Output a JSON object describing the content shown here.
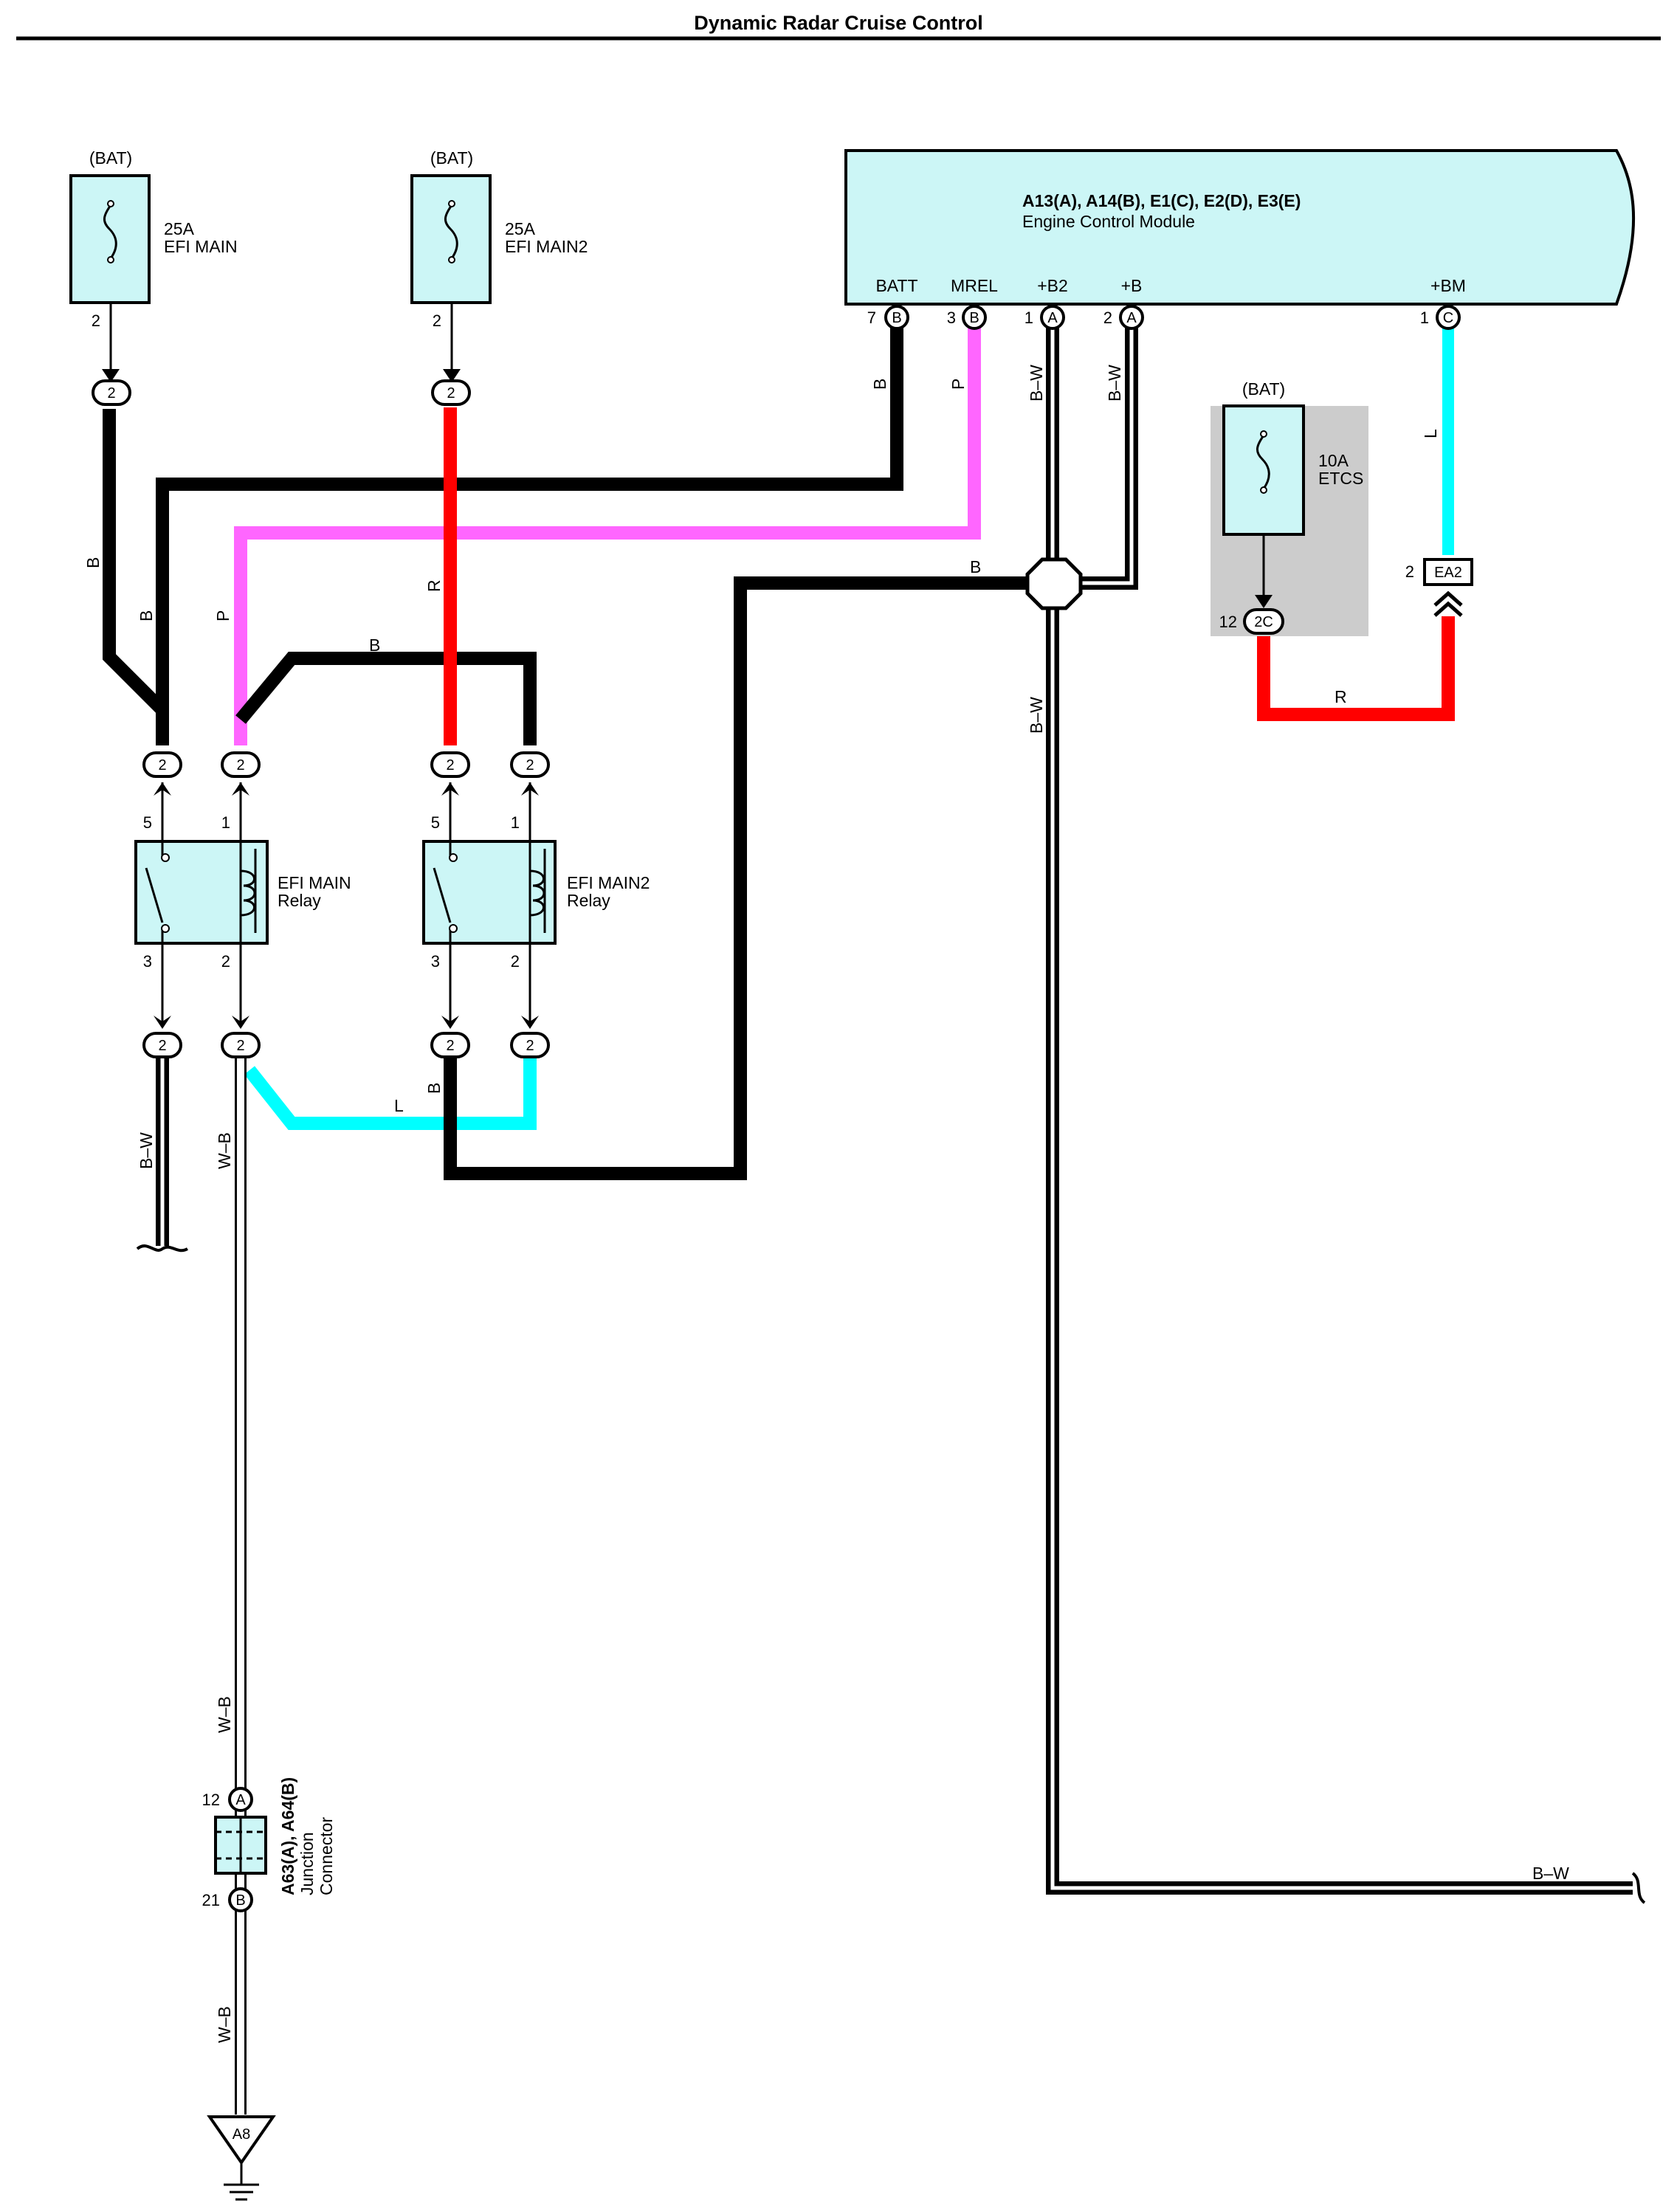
{
  "title": "Dynamic Radar Cruise Control",
  "fuses": [
    {
      "source": "(BAT)",
      "rating": "25A",
      "name": "EFI MAIN",
      "pin": "2",
      "connector": "2"
    },
    {
      "source": "(BAT)",
      "rating": "25A",
      "name": "EFI MAIN2",
      "pin": "2",
      "connector": "2"
    },
    {
      "source": "(BAT)",
      "rating": "10A",
      "name": "ETCS",
      "pin": "12",
      "connector": "2C"
    }
  ],
  "ecm": {
    "title": "A13(A), A14(B), E1(C), E2(D), E3(E)",
    "subtitle": "Engine Control Module",
    "terminals": [
      {
        "name": "BATT",
        "pin": "7",
        "connector": "B",
        "wire": "B"
      },
      {
        "name": "MREL",
        "pin": "3",
        "connector": "B",
        "wire": "P"
      },
      {
        "name": "+B2",
        "pin": "1",
        "connector": "A",
        "wire": "B–W"
      },
      {
        "name": "+B",
        "pin": "2",
        "connector": "A",
        "wire": "B–W"
      },
      {
        "name": "+BM",
        "pin": "1",
        "connector": "C",
        "wire": "L"
      }
    ]
  },
  "relays": [
    {
      "name": "EFI MAIN",
      "type": "Relay",
      "pins": {
        "p5": "5",
        "p1": "1",
        "p3": "3",
        "p2": "2"
      }
    },
    {
      "name": "EFI MAIN2",
      "type": "Relay",
      "pins": {
        "p5": "5",
        "p1": "1",
        "p3": "3",
        "p2": "2"
      }
    }
  ],
  "relay_connector": "2",
  "wire_labels": {
    "b": "B",
    "r": "R",
    "p": "P",
    "l": "L",
    "bw": "B–W",
    "wb": "W–B"
  },
  "ea2": {
    "pin": "2",
    "name": "EA2"
  },
  "junction": {
    "title": "A63(A), A64(B)",
    "line1": "Junction",
    "line2": "Connector",
    "pin_top": "12",
    "conn_top": "A",
    "pin_bottom": "21",
    "conn_bottom": "B"
  },
  "ground": {
    "name": "A8"
  },
  "colors": {
    "cyan": "#ccf6f6",
    "black": "#000000",
    "red": "#ff0000",
    "pink": "#ff66ff",
    "light_blue": "#00ffff",
    "gray": "#cccccc"
  }
}
